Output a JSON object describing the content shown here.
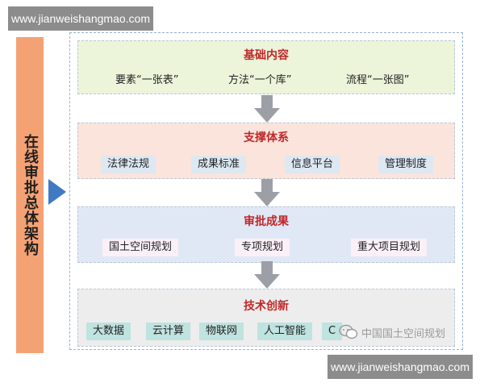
{
  "watermark": {
    "top": "www.jianweishangmao.com",
    "bottom": "www.jianweishangmao.com"
  },
  "side_label": "在线审批总体架构",
  "panels": [
    {
      "title": "基础内容",
      "items": [
        "要素“一张表”",
        "方法“一个库”",
        "流程“一张图”"
      ]
    },
    {
      "title": "支撑体系",
      "items": [
        "法律法规",
        "成果标准",
        "信息平台",
        "管理制度"
      ]
    },
    {
      "title": "审批成果",
      "items": [
        "国土空间规划",
        "专项规划",
        "重大项目规划"
      ]
    },
    {
      "title": "技术创新",
      "items": [
        "大数据",
        "云计算",
        "物联网",
        "人工智能",
        "C"
      ]
    }
  ],
  "wechat_caption": "中国国土空间规划",
  "colors": {
    "panel_title": "#c0282a",
    "side_bar": "#f4a274",
    "side_arrow": "#3f7ac4"
  },
  "icons": [
    "arrow-right-icon",
    "arrow-down-icon",
    "wechat-icon"
  ]
}
